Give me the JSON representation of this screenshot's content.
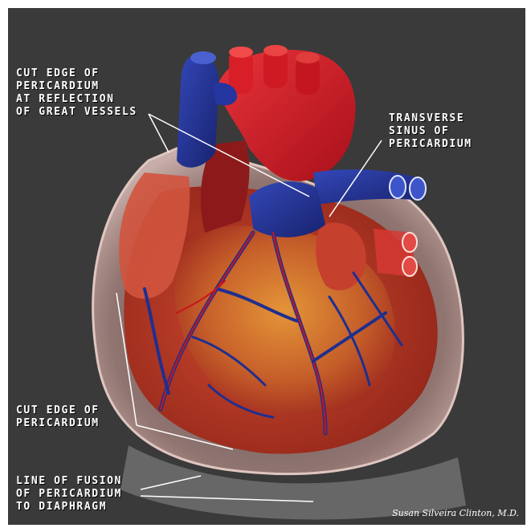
{
  "labels": {
    "great_vessels": "CUT EDGE OF\nPERICARDIUM\nAT REFLECTION\nOF GREAT VESSELS",
    "transverse_sinus": "TRANSVERSE\nSINUS OF\nPERICARDIUM",
    "cut_edge": "CUT EDGE OF\nPERICARDIUM",
    "line_of_fusion": "LINE OF FUSION\nOF PERICARDIUM\nTO DIAPHRAGM"
  },
  "credit": "Susan Silveira Clinton, M.D.",
  "colors": {
    "background": "#3a3a3a",
    "artery": "#c8161c",
    "vein": "#1f2f8f",
    "pericardium": "#e3a5a0",
    "myocardium": "#b93323",
    "fat": "#d8902a",
    "label_text": "#ffffff"
  }
}
